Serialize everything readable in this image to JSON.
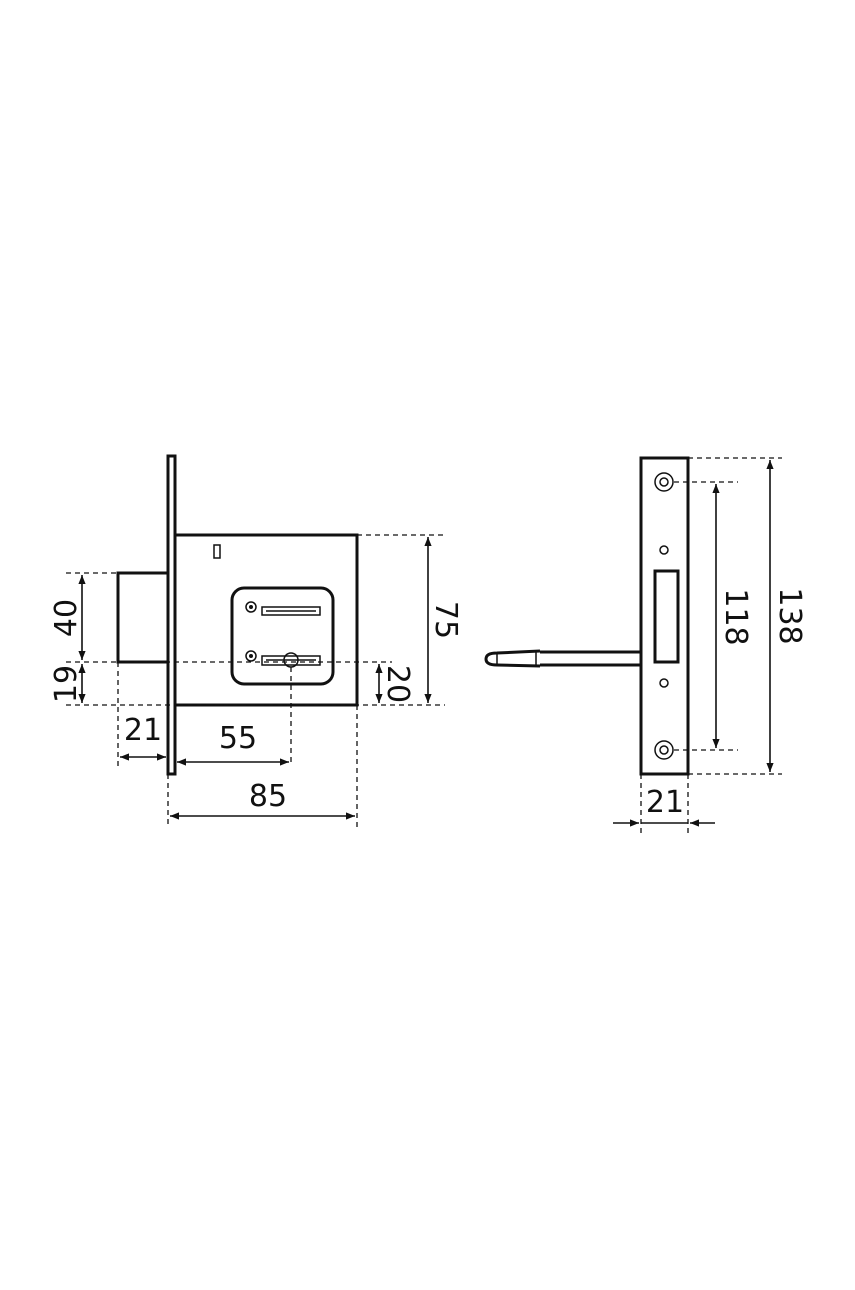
{
  "dimensions": {
    "bolt_height": "40",
    "bolt_offset": "19",
    "backset_face": "21",
    "backset": "55",
    "case_depth": "85",
    "case_height": "75",
    "keyhole_offset": "20",
    "faceplate_hole_spacing": "118",
    "faceplate_height": "138",
    "faceplate_width": "21"
  },
  "colors": {
    "line": "#111111",
    "background": "#ffffff"
  }
}
